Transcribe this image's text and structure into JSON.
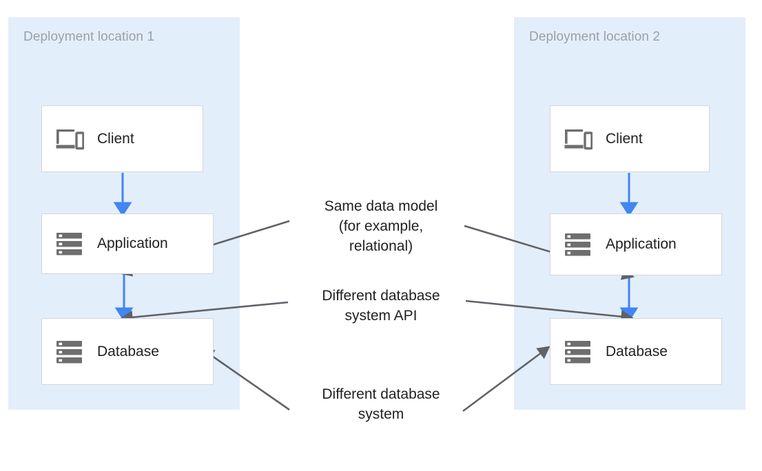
{
  "diagram": {
    "title": "Two deployment locations with the same data model but different database systems",
    "colors": {
      "panel_background": "#e3eefb",
      "flow_arrow": "#4285f4",
      "annotation_arrow": "#5f6368",
      "node_border": "#d2d5d9",
      "node_background": "#ffffff",
      "panel_title_text": "#9aa0a6",
      "node_label_text": "#202124",
      "icon_gray": "#6e6e6e"
    },
    "panels": [
      {
        "id": "deployment-location-1",
        "title": "Deployment location 1",
        "nodes": [
          {
            "id": "client-1",
            "label": "Client",
            "icon": "devices-icon"
          },
          {
            "id": "app-1",
            "label": "Application",
            "icon": "server-stack-icon"
          },
          {
            "id": "database-1",
            "label": "Database",
            "icon": "server-stack-icon"
          }
        ]
      },
      {
        "id": "deployment-location-2",
        "title": "Deployment location 2",
        "nodes": [
          {
            "id": "client-2",
            "label": "Client",
            "icon": "devices-icon"
          },
          {
            "id": "app-2",
            "label": "Application",
            "icon": "server-stack-icon"
          },
          {
            "id": "database-2",
            "label": "Database",
            "icon": "server-stack-icon"
          }
        ]
      }
    ],
    "annotations": [
      {
        "id": "same-data-model",
        "text": "Same data model\n(for example,\nrelational)"
      },
      {
        "id": "different-db-system-api",
        "text": "Different database\nsystem API"
      },
      {
        "id": "different-db-system",
        "text": "Different database\nsystem"
      }
    ],
    "flows": [
      {
        "from": "client-1",
        "to": "app-1",
        "color": "#4285f4"
      },
      {
        "from": "app-1",
        "to": "database-1",
        "color": "#4285f4"
      },
      {
        "from": "client-2",
        "to": "app-2",
        "color": "#4285f4"
      },
      {
        "from": "app-2",
        "to": "database-2",
        "color": "#4285f4"
      }
    ],
    "callouts": [
      {
        "annotation": "same-data-model",
        "points_to": "app-1"
      },
      {
        "annotation": "same-data-model",
        "points_to": "app-2"
      },
      {
        "annotation": "different-db-system-api",
        "points_to": "database-1"
      },
      {
        "annotation": "different-db-system-api",
        "points_to": "database-2"
      },
      {
        "annotation": "different-db-system",
        "points_to": "database-1"
      },
      {
        "annotation": "different-db-system",
        "points_to": "database-2"
      }
    ]
  }
}
